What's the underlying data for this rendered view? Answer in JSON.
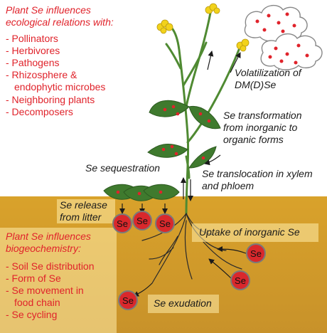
{
  "ecology": {
    "heading": "Plant Se influences ecological relations with:",
    "items": [
      "- Pollinators",
      "- Herbivores",
      "- Pathogens",
      "- Rhizosphere &",
      "endophytic microbes",
      "- Neighboring plants",
      "- Decomposers"
    ]
  },
  "biogeochem": {
    "heading": "Plant Se influences biogeochemistry:",
    "items": [
      "- Soil Se distribution",
      "- Form of Se",
      "- Se movement in",
      "food chain",
      "- Se cycling"
    ]
  },
  "labels": {
    "volatilization": "Volatilization of DM(D)Se",
    "transformation": "Se transformation from inorganic to organic forms",
    "sequestration": "Se sequestration",
    "translocation": "Se translocation in xylem and phloem",
    "release": "Se release from litter",
    "uptake": "Uptake of inorganic Se",
    "exudation": "Se exudation"
  },
  "se_badge": "Se",
  "colors": {
    "red_text": "#e0232b",
    "soil": "#d4a02a",
    "leaf": "#3f7a2e",
    "stem": "#4f8a32",
    "flower": "#f2d21b",
    "se_circle": "#d9282c",
    "root": "#2a2a2a"
  }
}
